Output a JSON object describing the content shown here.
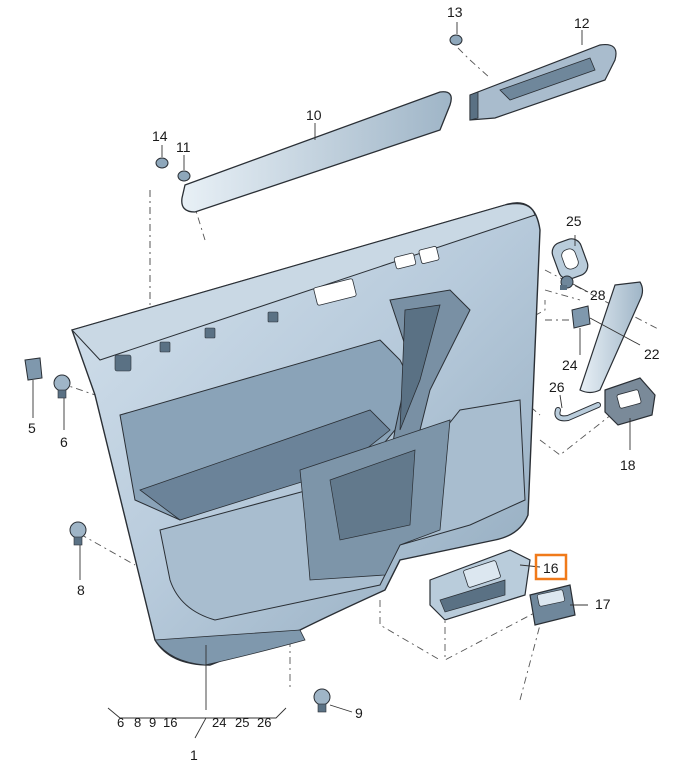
{
  "diagram": {
    "callouts": {
      "c1": "1",
      "c5": "5",
      "c6": "6",
      "c8": "8",
      "c9": "9",
      "c10": "10",
      "c11": "11",
      "c12": "12",
      "c13": "13",
      "c14": "14",
      "c16": "16",
      "c17": "17",
      "c18": "18",
      "c22": "22",
      "c24": "24",
      "c25": "25",
      "c26": "26",
      "c28": "28"
    },
    "sub_list": [
      "6",
      "8",
      "9",
      "16",
      "24",
      "25",
      "26"
    ],
    "highlighted_callout": "16",
    "colors": {
      "panel": "#b9ccdb",
      "panel_dark": "#7f98ad",
      "panel_light": "#dce7f0",
      "outline": "#2a2f35",
      "highlight": "#f07a1a"
    }
  }
}
